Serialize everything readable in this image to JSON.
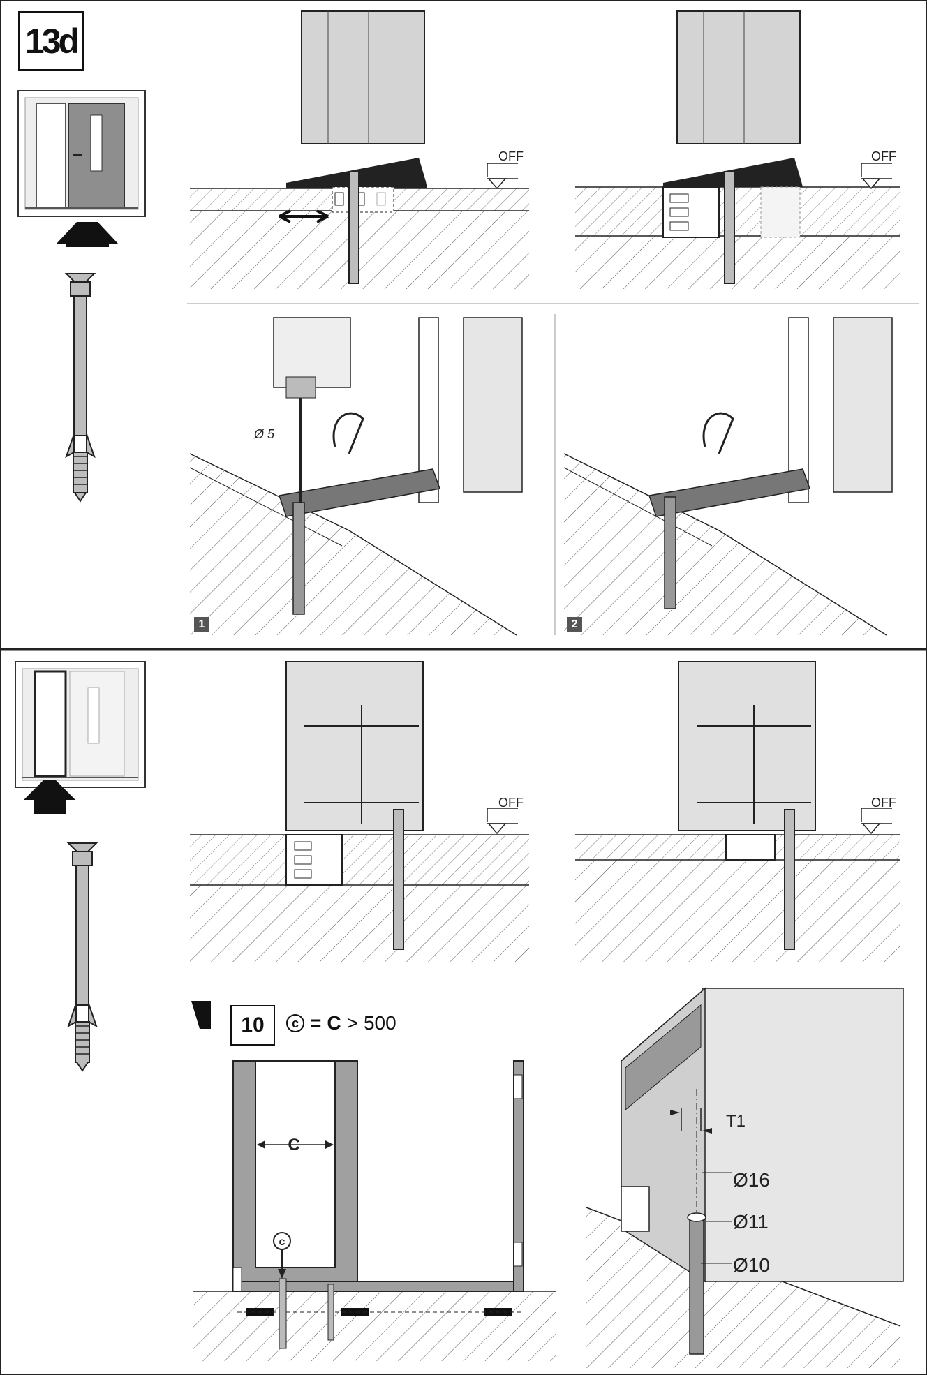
{
  "step": {
    "label": "13d"
  },
  "level_marks": {
    "off_label": "OFF"
  },
  "panel_badges": [
    "1",
    "2"
  ],
  "drill": {
    "diameter_label": "Ø 5"
  },
  "spacing_rule": {
    "ref_step": "10",
    "circle_symbol": "c",
    "equals": "=",
    "dimension": "C",
    "comparator": ">",
    "value": "500"
  },
  "dimension_labels": {
    "c": "C",
    "circle_c": "c",
    "t": "T1",
    "d16": "Ø16",
    "d11": "Ø11",
    "d10": "Ø10"
  },
  "colors": {
    "line": "#222222",
    "fill_gray": "#9a9a9a",
    "fill_light": "#d9d9d9",
    "fill_dark": "#1a1a1a"
  }
}
